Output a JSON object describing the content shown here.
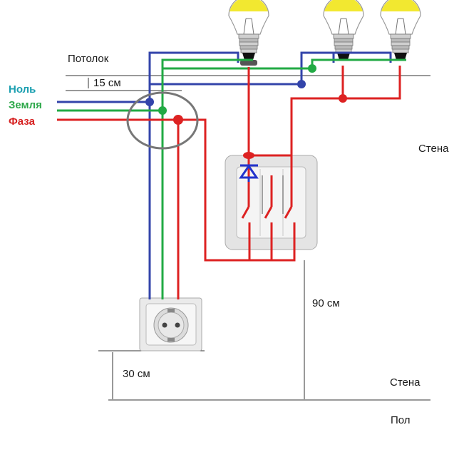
{
  "labels": {
    "ceiling": "Потолок",
    "ceiling_gap": "15 см",
    "wall_right": "Стена",
    "wall_bottom": "Стена",
    "floor": "Пол",
    "switch_height": "90 см",
    "socket_height": "30 см"
  },
  "legend": {
    "neutral": "Ноль",
    "ground": "Земля",
    "phase": "Фаза"
  },
  "colors": {
    "neutral": "#3344aa",
    "ground": "#22aa44",
    "phase": "#dd2222",
    "neutral_label": "#1a9fb0",
    "ground_label": "#2ea84a",
    "phase_label": "#d62020",
    "bulb_glow": "#f2e830",
    "switch_body": "#e4e4e4",
    "outline": "#777777"
  },
  "icons": {
    "bulb": "light-bulb-icon",
    "switch": "triple-switch-icon",
    "socket": "power-socket-icon",
    "junction": "junction-box-icon",
    "indicator": "indicator-diode-icon"
  }
}
